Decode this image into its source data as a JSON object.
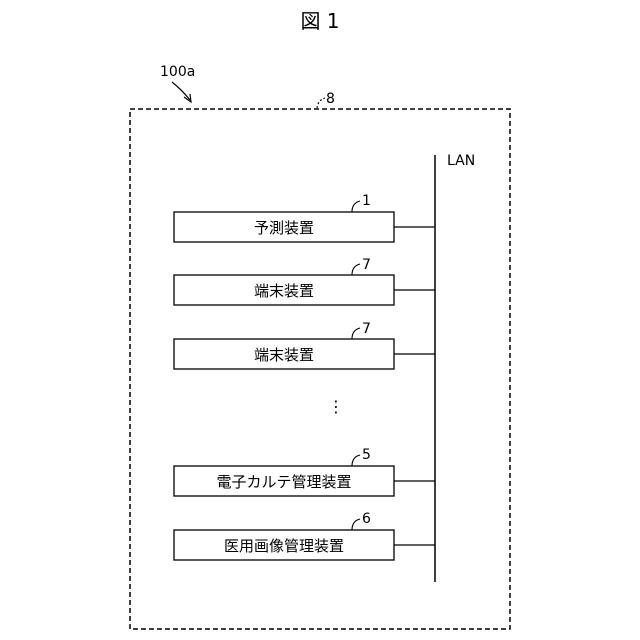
{
  "figure": {
    "title": "図 1",
    "system_ref": "100a",
    "frame_ref": "8",
    "lan_label": "LAN",
    "ellipsis": "⋮",
    "devices": [
      {
        "ref": "1",
        "label": "予測装置"
      },
      {
        "ref": "7",
        "label": "端末装置"
      },
      {
        "ref": "7",
        "label": "端末装置"
      },
      {
        "ref": "5",
        "label": "電子カルテ管理装置"
      },
      {
        "ref": "6",
        "label": "医用画像管理装置"
      }
    ]
  }
}
